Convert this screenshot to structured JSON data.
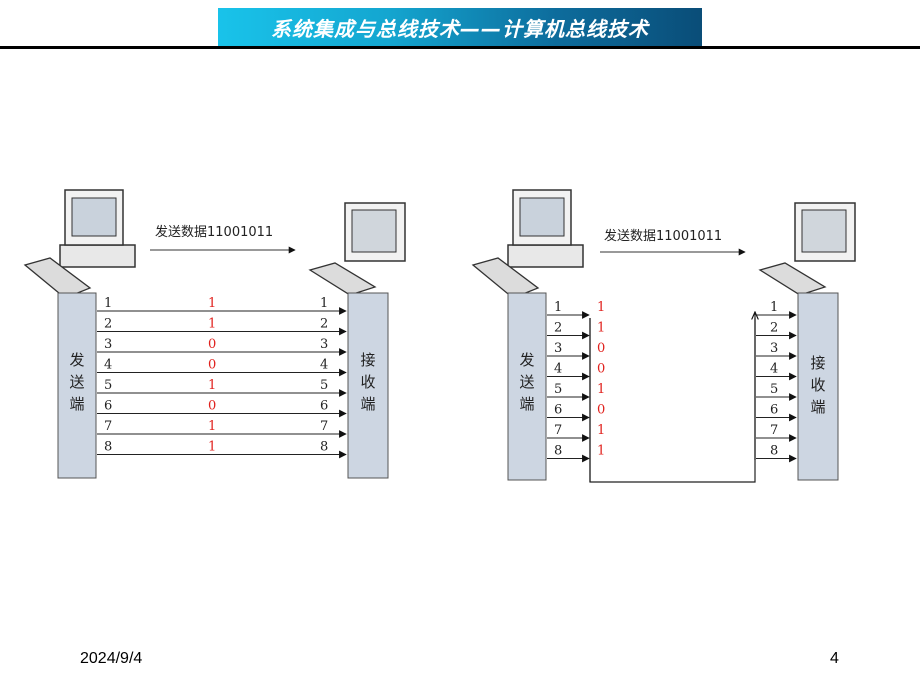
{
  "header": {
    "title": "系统集成与总线技术——计算机总线技术"
  },
  "footer": {
    "date": "2024/9/4",
    "page": "4"
  },
  "colors": {
    "bit": "#e0201c",
    "panel": "#cdd6e2",
    "titleStart": "#19c3ea",
    "titleEnd": "#0a4d78"
  },
  "left": {
    "caption": "发送数据11001011",
    "sender": [
      "发",
      "送",
      "端"
    ],
    "receiver": [
      "接",
      "收",
      "端"
    ],
    "lines": [
      "1",
      "2",
      "3",
      "4",
      "5",
      "6",
      "7",
      "8"
    ],
    "bits": [
      "1",
      "1",
      "0",
      "0",
      "1",
      "0",
      "1",
      "1"
    ]
  },
  "right": {
    "caption": "发送数据11001011",
    "sender": [
      "发",
      "送",
      "端"
    ],
    "receiver": [
      "接",
      "收",
      "端"
    ],
    "lines": [
      "1",
      "2",
      "3",
      "4",
      "5",
      "6",
      "7",
      "8"
    ],
    "bits": [
      "1",
      "1",
      "0",
      "0",
      "1",
      "0",
      "1",
      "1"
    ]
  }
}
